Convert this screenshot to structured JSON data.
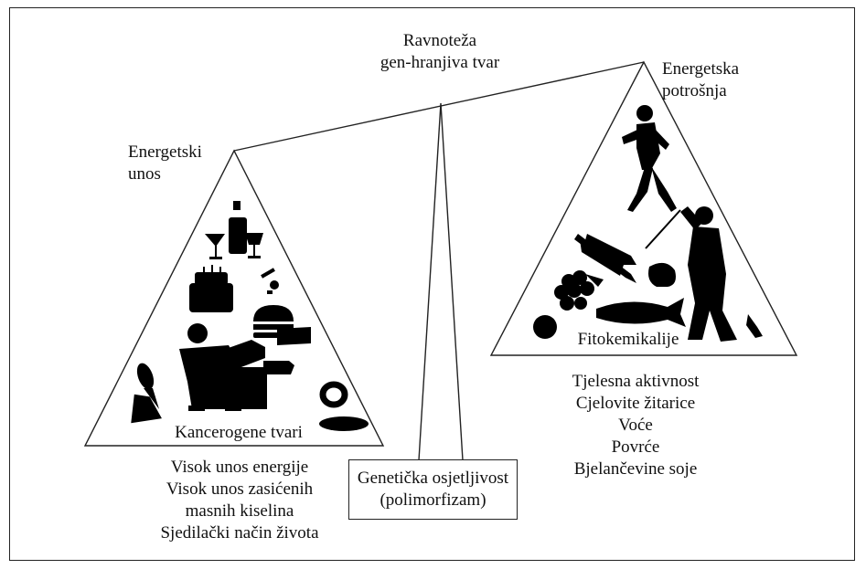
{
  "diagram": {
    "top_label": [
      "Ravnoteža",
      "gen-hranjiva tvar"
    ],
    "left_corner_label": [
      "Energetski",
      "unos"
    ],
    "right_corner_label": [
      "Energetska",
      "potrošnja"
    ],
    "left_triangle_label": "Kancerogene tvari",
    "right_triangle_label": "Fitokemikalije",
    "left_list": [
      "Visok unos energije",
      "Visok unos zasićenih",
      "masnih kiselina",
      "Sjedilački način života"
    ],
    "right_list": [
      "Tjelesna aktivnost",
      "Cjelovite žitarice",
      "Voće",
      "Povrće",
      "Bjelančevine soje"
    ],
    "box_label": [
      "Genetička osjetljivost",
      "(polimorfizam)"
    ]
  },
  "colors": {
    "line": "#222222",
    "silhouette": "#000000",
    "background": "#ffffff"
  },
  "icons": {
    "left": [
      "martini-glass-icon",
      "bottle-icon",
      "cake-icon",
      "seated-person-icon",
      "ice-cream-cone-icon",
      "donut-icon",
      "burger-icon",
      "pie-icon",
      "cigarette-icon"
    ],
    "right": [
      "runner-icon",
      "golfer-icon",
      "wheat-icon",
      "grapes-icon",
      "fish-icon",
      "tomato-icon",
      "broccoli-icon",
      "pepper-icon"
    ]
  }
}
